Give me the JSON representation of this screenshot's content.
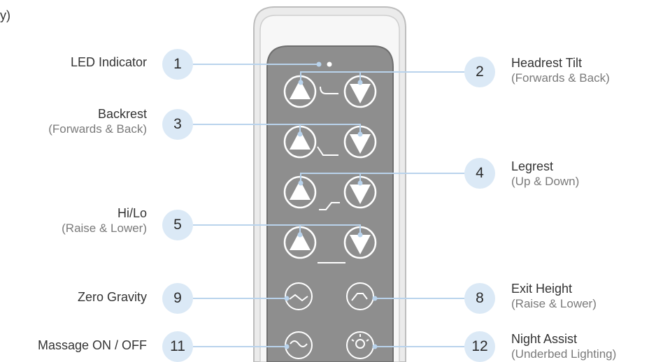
{
  "corner_fragment": "y)",
  "callouts": {
    "c1": {
      "number": "1",
      "title": "LED Indicator",
      "subtitle": ""
    },
    "c2": {
      "number": "2",
      "title": "Headrest Tilt",
      "subtitle": "(Forwards & Back)"
    },
    "c3": {
      "number": "3",
      "title": "Backrest",
      "subtitle": "(Forwards & Back)"
    },
    "c4": {
      "number": "4",
      "title": "Legrest",
      "subtitle": "(Up & Down)"
    },
    "c5": {
      "number": "5",
      "title": "Hi/Lo",
      "subtitle": "(Raise & Lower)"
    },
    "c8": {
      "number": "8",
      "title": "Exit Height",
      "subtitle": "(Raise & Lower)"
    },
    "c9": {
      "number": "9",
      "title": "Zero Gravity",
      "subtitle": ""
    },
    "c11": {
      "number": "11",
      "title": "Massage ON / OFF",
      "subtitle": ""
    },
    "c12": {
      "number": "12",
      "title": "Night Assist",
      "subtitle": "(Underbed Lighting)"
    }
  },
  "colors": {
    "badge": "#dbe9f6",
    "leader_line": "#b9d3ec",
    "remote_panel": "#8f8f8f",
    "remote_frame": "#e9e9e9"
  }
}
